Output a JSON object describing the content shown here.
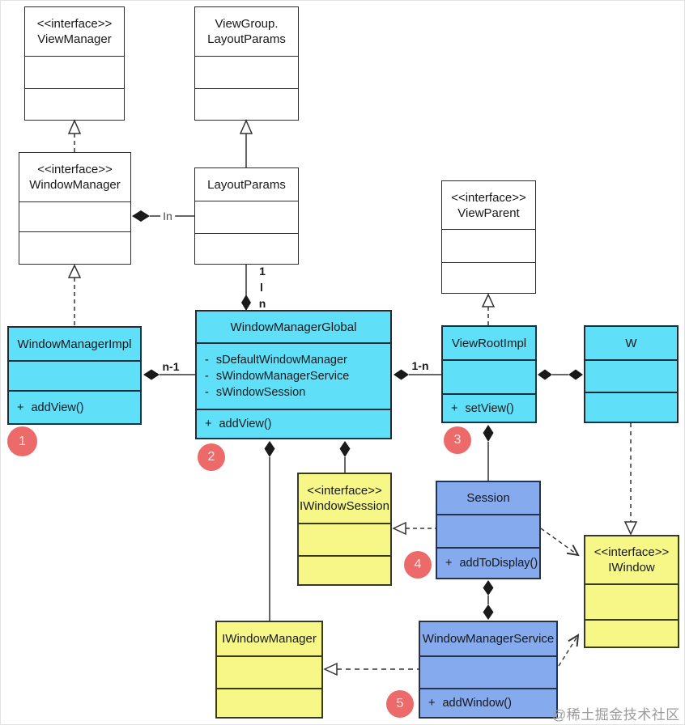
{
  "diagram_title": "Android WindowManager UML class diagram",
  "colors": {
    "class_white": "#ffffff",
    "class_cyan": "#5fe0f8",
    "class_blue": "#85aaee",
    "class_yellow": "#f7f788",
    "badge_red": "#ec6a6a",
    "line_dark": "#2b2b2b",
    "watermark_gray": "#9b9b9b"
  },
  "classes": {
    "viewManager": {
      "lines": [
        "<<interface>>",
        "ViewManager"
      ],
      "fields": [],
      "methods": []
    },
    "viewGroupLayoutParams": {
      "lines": [
        "ViewGroup.",
        "LayoutParams"
      ],
      "fields": [],
      "methods": []
    },
    "windowManager": {
      "lines": [
        "<<interface>>",
        "WindowManager"
      ],
      "fields": [],
      "methods": []
    },
    "layoutParams": {
      "lines": [
        "LayoutParams"
      ],
      "fields": [],
      "methods": []
    },
    "viewParent": {
      "lines": [
        "<<interface>>",
        "ViewParent"
      ],
      "fields": [],
      "methods": []
    },
    "windowManagerImpl": {
      "lines": [
        "WindowManagerImpl"
      ],
      "fields": [],
      "methods": [
        "+ addView()"
      ]
    },
    "windowManagerGlobal": {
      "lines": [
        "WindowManagerGlobal"
      ],
      "fields": [
        "- sDefaultWindowManager",
        "- sWindowManagerService",
        "- sWindowSession"
      ],
      "methods": [
        "+ addView()"
      ]
    },
    "viewRootImpl": {
      "lines": [
        "ViewRootImpl"
      ],
      "fields": [],
      "methods": [
        "+ setView()"
      ]
    },
    "w": {
      "lines": [
        "W"
      ],
      "fields": [],
      "methods": []
    },
    "iWindowSession": {
      "lines": [
        "<<interface>>",
        "IWindowSession"
      ],
      "fields": [],
      "methods": []
    },
    "session": {
      "lines": [
        "Session"
      ],
      "fields": [],
      "methods": [
        "+ addToDisplay()"
      ]
    },
    "iWindow": {
      "lines": [
        "<<interface>>",
        "IWindow"
      ],
      "fields": [],
      "methods": []
    },
    "iWindowManager": {
      "lines": [
        "IWindowManager"
      ],
      "fields": [],
      "methods": []
    },
    "windowManagerService": {
      "lines": [
        "WindowManagerService"
      ],
      "fields": [],
      "methods": [
        "+ addWindow()"
      ]
    }
  },
  "edge_labels": {
    "windowManager_layoutParams": "In",
    "layoutParams_global_top": "1",
    "layoutParams_global_mid": "l",
    "layoutParams_global_bottom": "n",
    "impl_global": "n-1",
    "global_viewRoot": "1-n"
  },
  "badges": [
    "1",
    "2",
    "3",
    "4",
    "5"
  ],
  "watermark": "@稀土掘金技术社区"
}
